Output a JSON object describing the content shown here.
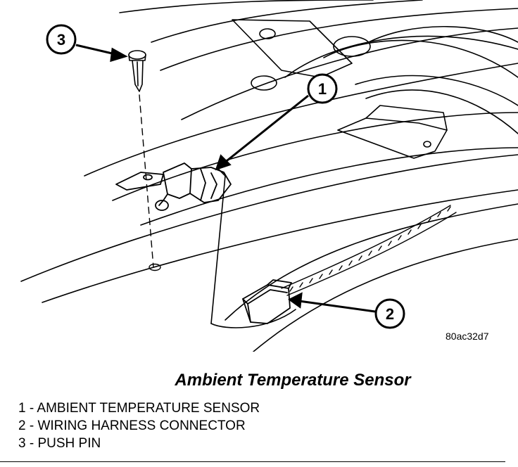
{
  "figure_id": "80ac32d7",
  "caption": "Ambient Temperature Sensor",
  "callouts": [
    {
      "number": "1",
      "target": "ambient-temperature-sensor"
    },
    {
      "number": "2",
      "target": "wiring-harness-connector"
    },
    {
      "number": "3",
      "target": "push-pin"
    }
  ],
  "legend": [
    "1 - AMBIENT TEMPERATURE SENSOR",
    "2 - WIRING HARNESS CONNECTOR",
    "3 - PUSH PIN"
  ]
}
